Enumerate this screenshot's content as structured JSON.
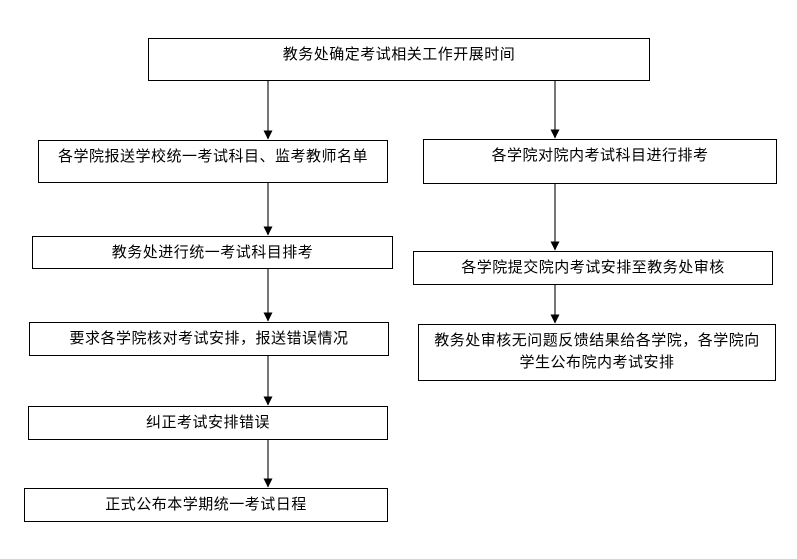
{
  "flowchart": {
    "background_color": "#ffffff",
    "box_border_color": "#000000",
    "arrow_color": "#1a1a1a",
    "text_color": "#000000",
    "nodes": {
      "start": {
        "id": "start",
        "label": "教务处确定考试相关工作开展时间"
      },
      "left": [
        {
          "id": "l1",
          "label": "各学院报送学校统一考试科目、监考教师名单"
        },
        {
          "id": "l2",
          "label": "教务处进行统一考试科目排考"
        },
        {
          "id": "l3",
          "label": "要求各学院核对考试安排，报送错误情况"
        },
        {
          "id": "l4",
          "label": "纠正考试安排错误"
        },
        {
          "id": "l5",
          "label": "正式公布本学期统一考试日程"
        }
      ],
      "right": [
        {
          "id": "r1",
          "label": "各学院对院内考试科目进行排考"
        },
        {
          "id": "r2",
          "label": "各学院提交院内考试安排至教务处审核"
        },
        {
          "id": "r3",
          "label": "教务处审核无问题反馈结果给各学院，各学院向学生公布院内考试安排"
        }
      ]
    },
    "edges": [
      {
        "from": "start",
        "to": "l1"
      },
      {
        "from": "start",
        "to": "r1"
      },
      {
        "from": "l1",
        "to": "l2"
      },
      {
        "from": "l2",
        "to": "l3"
      },
      {
        "from": "l3",
        "to": "l4"
      },
      {
        "from": "l4",
        "to": "l5"
      },
      {
        "from": "r1",
        "to": "r2"
      },
      {
        "from": "r2",
        "to": "r3"
      }
    ]
  }
}
